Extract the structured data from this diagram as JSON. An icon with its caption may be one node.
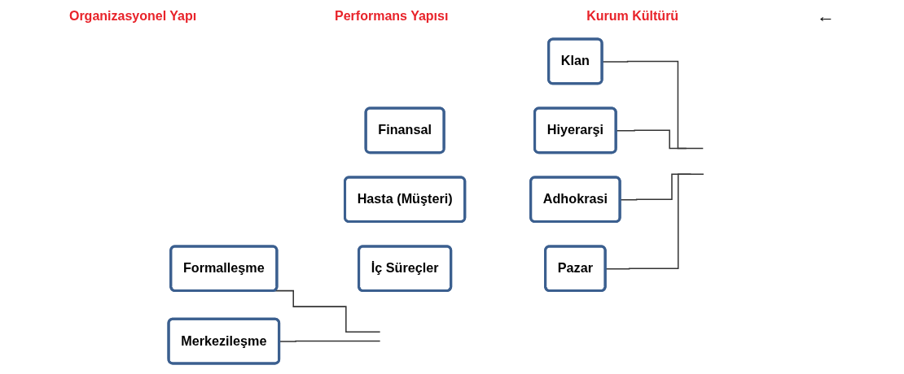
{
  "diagram": {
    "nodes": [
      {
        "text": [
          "Formalleşme"
        ]
      },
      {
        "text": [
          "Merkezileşme"
        ]
      },
      {
        "text": [
          "Finansal"
        ]
      },
      {
        "text": [
          "Hasta (Müşteri)"
        ]
      },
      {
        "text": [
          "İç Süreçler"
        ]
      },
      {
        "text": [
          "Klan"
        ]
      },
      {
        "text": [
          "Hiyerarşi"
        ]
      },
      {
        "text": [
          "Adhokrasi"
        ]
      },
      {
        "text": [
          "Pazar"
        ]
      }
    ],
    "edges": [
      {
        "from": 0,
        "to": null,
        "arrow": "none"
      },
      {
        "from": 1,
        "to": null,
        "arrow": "none"
      },
      {
        "from": 5,
        "to": null,
        "arrow": "none"
      },
      {
        "from": 6,
        "to": null,
        "arrow": "none"
      },
      {
        "from": 7,
        "to": null,
        "arrow": "none"
      },
      {
        "from": 8,
        "to": null,
        "arrow": "none"
      }
    ],
    "labels": [
      "Organizasyonel Yapı",
      "Performans Yapısı",
      "Kurum Kültürü",
      "←"
    ]
  }
}
